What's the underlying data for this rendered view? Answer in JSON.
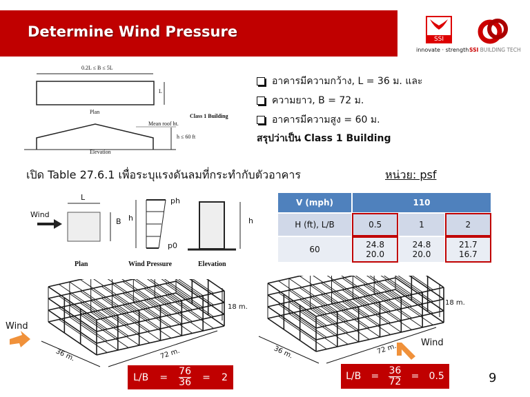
{
  "header": {
    "title": "Determine Wind Pressure"
  },
  "logos": {
    "ssi_text": "SSI",
    "ssi_tagline": "innovate · strength",
    "building_tech_prefix": "SSI",
    "building_tech": "BUILDING TECH"
  },
  "class_diagram": {
    "dim_top": "0.2L ≤ B ≤ 5L",
    "dim_L": "L",
    "plan": "Plan",
    "class_label": "Class 1 Building",
    "mean_roof": "Mean roof ht.",
    "height": "h ≤ 60 ft",
    "elevation": "Elevation"
  },
  "bullets": [
    "อาคารมีความกว้าง, L = 36 ม. และ",
    "ความยาว, B = 72 ม.",
    "อาคารมีความสูง = 60 ม."
  ],
  "conclusion": "สรุปว่าเป็น Class 1 Building",
  "subheading": "เปิด Table 27.6.1 เพื่อระบุแรงดันลมที่กระทำกับตัวอาคาร",
  "unit": "หน่วย: psf",
  "pressure_diagram": {
    "wind": "Wind",
    "L": "L",
    "B": "B",
    "h": "h",
    "ph": "ph",
    "p0": "p0",
    "h2": "h",
    "plan": "Plan",
    "wind_pressure": "Wind Pressure",
    "elevation": "Elevation"
  },
  "table": {
    "header": [
      "V (mph)",
      "110"
    ],
    "row1": [
      "H (ft), L/B",
      "0.5",
      "1",
      "2"
    ],
    "row2": [
      "60",
      [
        "24.8",
        "20.0"
      ],
      [
        "24.8",
        "20.0"
      ],
      [
        "21.7",
        "16.7"
      ]
    ]
  },
  "building_left": {
    "wind": "Wind",
    "width": "36 m.",
    "length": "72 m.",
    "height": "18 m.",
    "formula": {
      "label": "L/B",
      "eq": "=",
      "num": "76",
      "den": "36",
      "eq2": "=",
      "result": "2"
    }
  },
  "building_right": {
    "wind": "Wind",
    "width": "36 m.",
    "length": "72 m.",
    "height": "18 m.",
    "formula": {
      "label": "L/B",
      "eq": "=",
      "num": "36",
      "den": "72",
      "eq2": "=",
      "result": "0.5"
    }
  },
  "page_number": "9",
  "colors": {
    "brand_red": "#c00000",
    "table_blue": "#4f81bd",
    "wind_arrow": "#f0913a"
  }
}
